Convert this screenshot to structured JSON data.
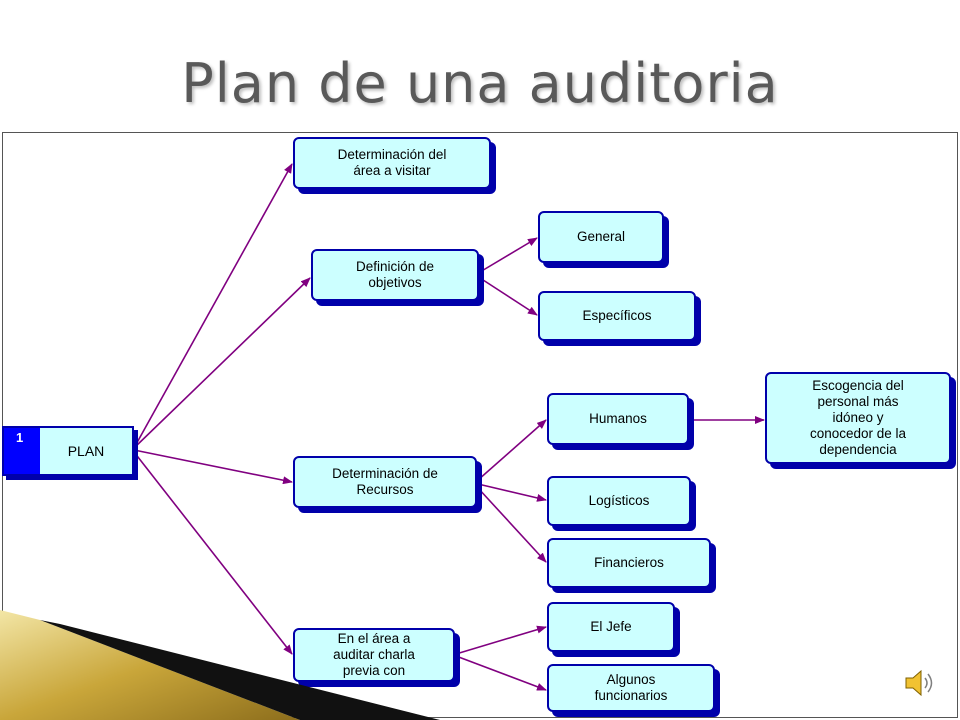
{
  "slide": {
    "title": "Plan de una auditoria"
  },
  "root": {
    "number": "1",
    "label": "PLAN"
  },
  "nodes": {
    "area": "Determinación del\nárea a visitar",
    "objetivos": "Definición de\nobjetivos",
    "general": "General",
    "especificos": "Específicos",
    "recursos": "Determinación de\nRecursos",
    "humanos": "Humanos",
    "escogencia": "Escogencia del\npersonal más\nidóneo y\nconocedor de la\ndependencia",
    "logisticos": "Logísticos",
    "financieros": "Financieros",
    "charla": "En el área a\nauditar charla\nprevia con",
    "jefe": "El Jefe",
    "funcionarios": "Algunos\nfuncionarios"
  },
  "colors": {
    "node_fill": "#ccffff",
    "node_border": "#0000aa",
    "connector": "#800080",
    "root_badge": "#0000ff",
    "title": "#595959"
  },
  "icons": {
    "speaker": "speaker-icon"
  }
}
